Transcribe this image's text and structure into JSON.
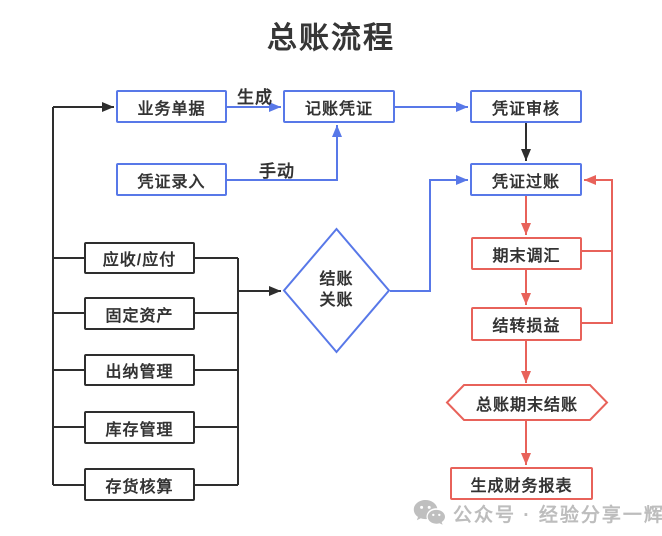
{
  "title": "总账流程",
  "colors": {
    "blue": "#5878E8",
    "red": "#E8625A",
    "line": "#2E2E2E",
    "text": "#333333",
    "watermark": "#BDBDBD"
  },
  "nodes": {
    "business_documents": "业务单据",
    "bookkeeping_voucher": "记账凭证",
    "voucher_audit": "凭证审核",
    "voucher_entry": "凭证录入",
    "voucher_posting": "凭证过账",
    "receivables_payables": "应收/应付",
    "fixed_assets": "固定资产",
    "cashier_management": "出纳管理",
    "inventory_management": "库存管理",
    "stock_accounting": "存货核算",
    "period_end_fx_adjust": "期末调汇",
    "carry_forward_pnl": "结转损益",
    "gl_period_end_closing": "总账期末结账",
    "generate_financial_reports": "生成财务报表"
  },
  "decision": {
    "line1": "结账",
    "line2": "关账"
  },
  "edge_labels": {
    "generate": "生成",
    "manual": "手动"
  },
  "watermark": {
    "text": "公众号 · 经验分享一辉"
  }
}
